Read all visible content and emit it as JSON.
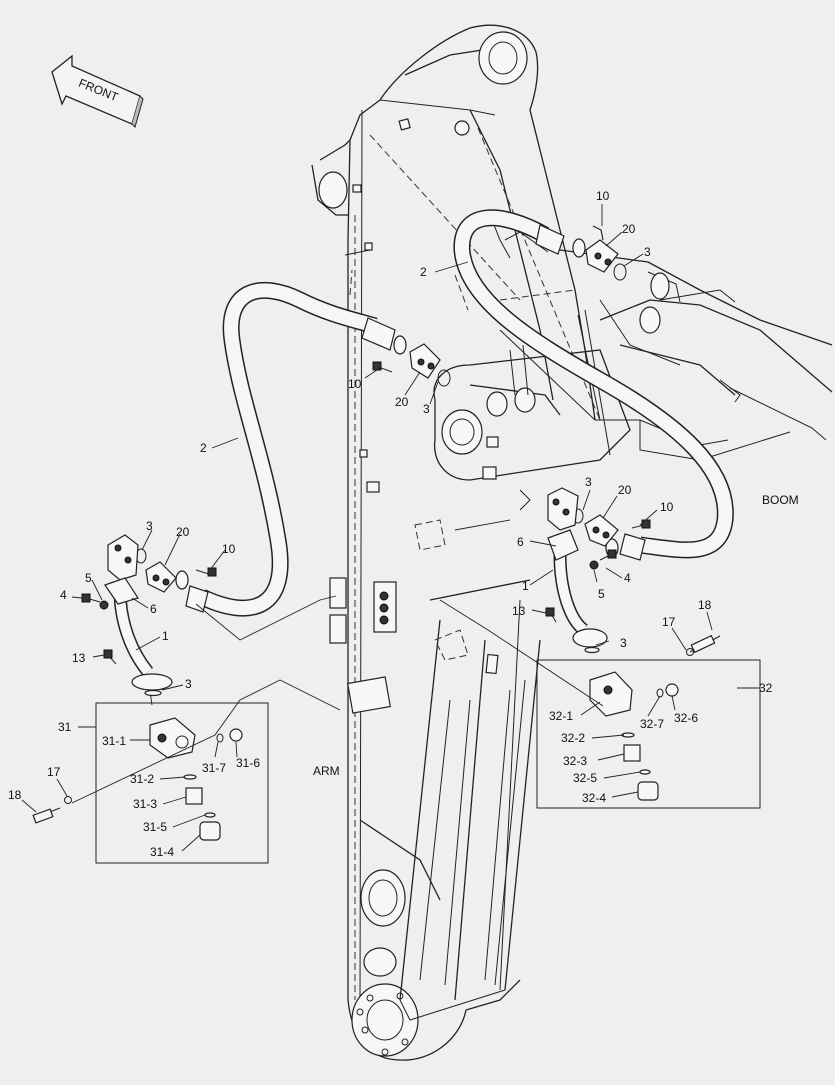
{
  "front_label": "FRONT",
  "boom_label": "BOOM",
  "arm_label": "ARM",
  "callouts": {
    "c_2_top": "2",
    "c_10_top": "10",
    "c_20_top": "20",
    "c_3_top": "3",
    "c_10_mid": "10",
    "c_20_mid": "20",
    "c_3_mid": "3",
    "c_2_left": "2",
    "c_3_L": "3",
    "c_20_L": "20",
    "c_10_L": "10",
    "c_5_L": "5",
    "c_4_L": "4",
    "c_6_L": "6",
    "c_1_L": "1",
    "c_13_L": "13",
    "c_3_L2": "3",
    "c_31": "31",
    "c_31_1": "31-1",
    "c_31_7": "31-7",
    "c_31_6": "31-6",
    "c_31_2": "31-2",
    "c_31_3": "31-3",
    "c_31_5": "31-5",
    "c_31_4": "31-4",
    "c_17_L": "17",
    "c_18_L": "18",
    "c_3_R": "3",
    "c_20_R": "20",
    "c_10_R": "10",
    "c_6_R": "6",
    "c_1_R": "1",
    "c_4_R": "4",
    "c_5_R": "5",
    "c_13_R": "13",
    "c_3_R2": "3",
    "c_18_R": "18",
    "c_17_R": "17",
    "c_32": "32",
    "c_32_1": "32-1",
    "c_32_7": "32-7",
    "c_32_6": "32-6",
    "c_32_2": "32-2",
    "c_32_3": "32-3",
    "c_32_5": "32-5",
    "c_32_4": "32-4"
  }
}
